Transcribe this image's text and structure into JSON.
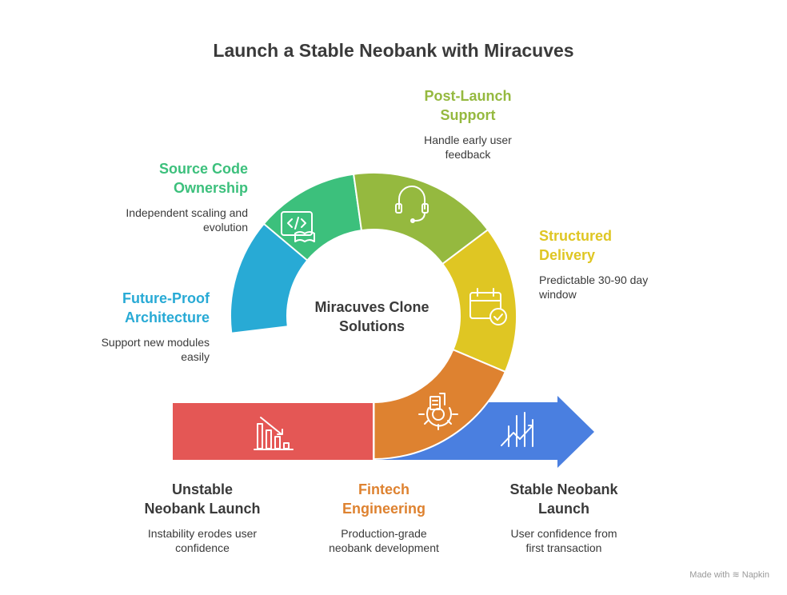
{
  "title": "Launch a Stable Neobank with Miracuves",
  "center": {
    "line1": "Miracuves Clone",
    "line2": "Solutions"
  },
  "segments": [
    {
      "id": "post-launch",
      "label1": "Post-Launch",
      "label2": "Support",
      "desc1": "Handle early user",
      "desc2": "feedback",
      "color": "#95b93f",
      "icon": "headset-icon"
    },
    {
      "id": "structured",
      "label1": "Structured",
      "label2": "Delivery",
      "desc1": "Predictable 30-90 day",
      "desc2": "window",
      "color": "#dfc623",
      "icon": "calendar-check-icon"
    },
    {
      "id": "fintech",
      "label1": "Fintech",
      "label2": "Engineering",
      "desc1": "Production-grade",
      "desc2": "neobank development",
      "color": "#de8230",
      "icon": "gear-document-icon"
    },
    {
      "id": "future-proof",
      "label1": "Future-Proof",
      "label2": "Architecture",
      "desc1": "Support new modules",
      "desc2": "easily",
      "color": "#28aad5",
      "icon": "modules-icon"
    },
    {
      "id": "source-code",
      "label1": "Source Code",
      "label2": "Ownership",
      "desc1": "Independent scaling and",
      "desc2": "evolution",
      "color": "#3cc07c",
      "icon": "code-book-icon"
    }
  ],
  "bottom": [
    {
      "id": "unstable",
      "label1": "Unstable",
      "label2": "Neobank Launch",
      "desc1": "Instability erodes user",
      "desc2": "confidence",
      "color": "#e45755",
      "text_color": "#3a3a3a",
      "icon": "declining-chart-icon"
    },
    {
      "id": "fintech",
      "label1": "Fintech",
      "label2": "Engineering",
      "desc1": "Production-grade",
      "desc2": "neobank development",
      "color": "#de8230",
      "text_color": "#de8230"
    },
    {
      "id": "stable",
      "label1": "Stable Neobank",
      "label2": "Launch",
      "desc1": "User confidence from",
      "desc2": "first transaction",
      "color": "#4a7fe0",
      "text_color": "#3a3a3a",
      "icon": "rising-chart-icon"
    }
  ],
  "branding": "Made with ≋ Napkin"
}
